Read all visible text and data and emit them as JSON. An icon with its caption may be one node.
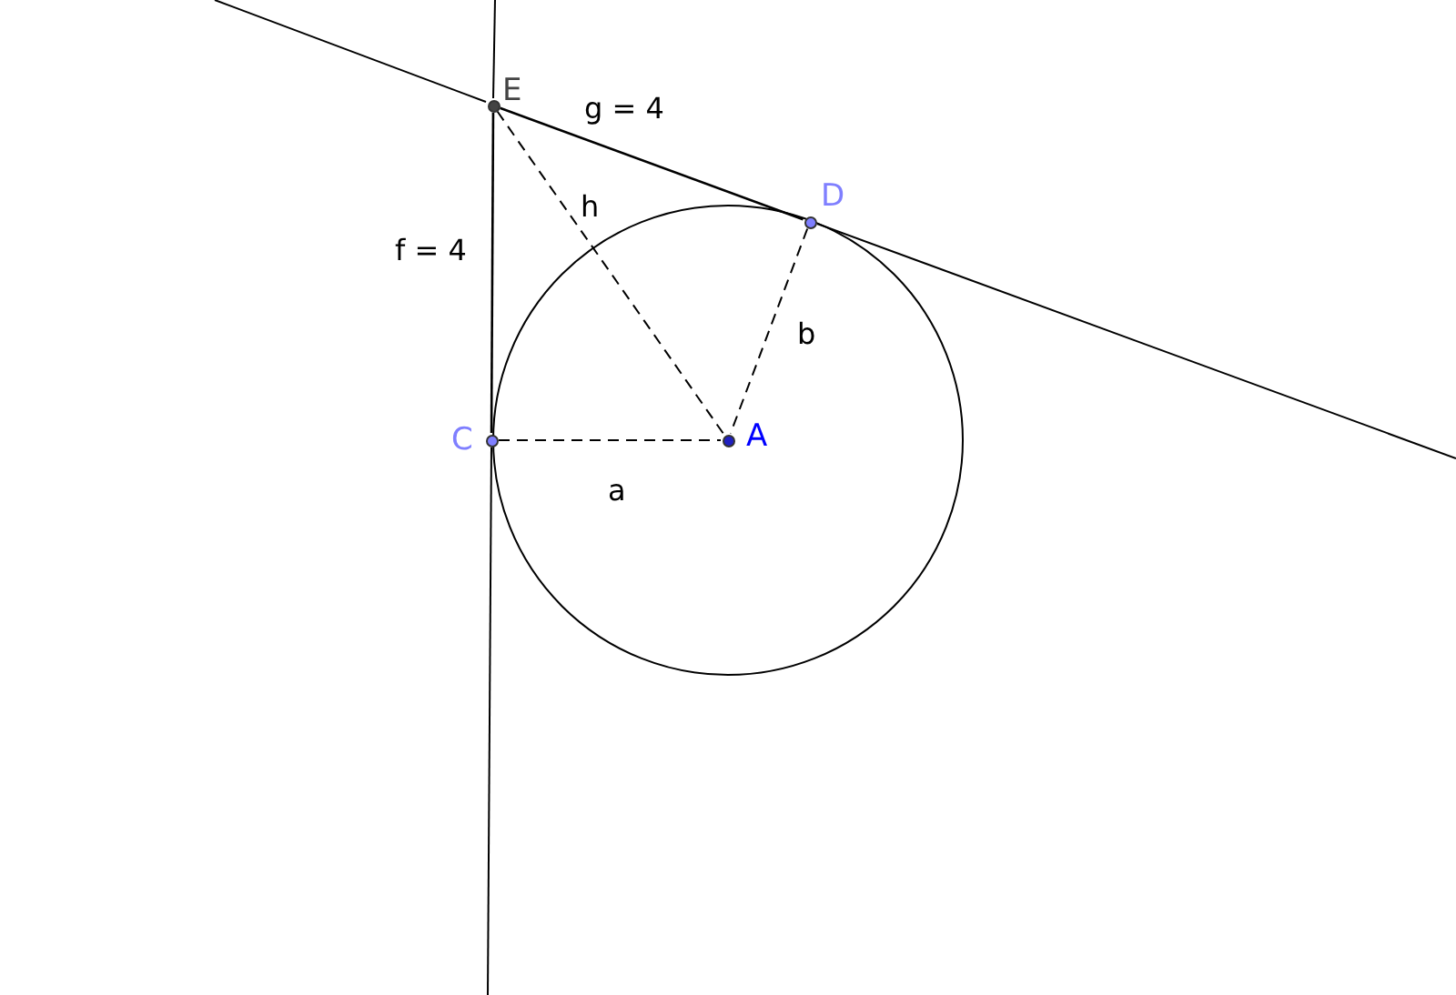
{
  "diagram": {
    "nodes": [
      {
        "text": [
          "E"
        ]
      },
      {
        "text": [
          "D"
        ]
      },
      {
        "text": [
          "C"
        ]
      },
      {
        "text": [
          "A"
        ]
      }
    ],
    "edges": [
      {
        "from": 0,
        "to": 1,
        "arrow": "none",
        "label": "g = 4"
      },
      {
        "from": 0,
        "to": 2,
        "arrow": "none",
        "label": "f = 4"
      },
      {
        "from": 0,
        "to": 3,
        "arrow": "none",
        "label": "h",
        "style": "dashed"
      },
      {
        "from": 1,
        "to": 3,
        "arrow": "none",
        "label": "b",
        "style": "dashed"
      },
      {
        "from": 2,
        "to": 3,
        "arrow": "none",
        "label": "a",
        "style": "dashed"
      }
    ]
  }
}
